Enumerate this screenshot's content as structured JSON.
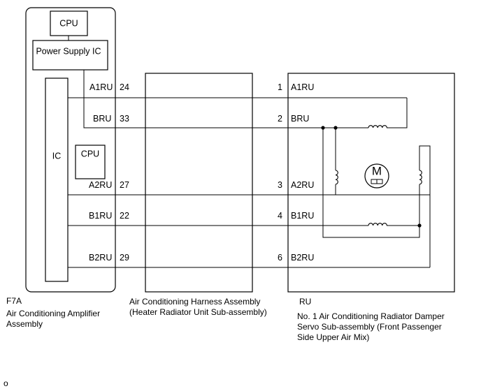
{
  "amplifier": {
    "connector": "F7A",
    "name_line1": "Air Conditioning Amplifier",
    "name_line2": "Assembly",
    "cpu_label": "CPU",
    "power_supply_label": "Power Supply IC",
    "ic_label": "IC",
    "inner_cpu_label": "CPU"
  },
  "harness": {
    "name_line1": "Air Conditioning Harness Assembly",
    "name_line2": "(Heater Radiator Unit Sub-assembly)"
  },
  "servo": {
    "connector": "RU",
    "name_line1": "No. 1 Air Conditioning Radiator Damper",
    "name_line2": "Servo Sub-assembly (Front Passenger",
    "name_line3": "Side Upper Air Mix)",
    "motor_symbol": "M"
  },
  "wires": [
    {
      "amp_signal": "A1RU",
      "amp_pin": "24",
      "servo_pin": "1",
      "servo_signal": "A1RU"
    },
    {
      "amp_signal": "BRU",
      "amp_pin": "33",
      "servo_pin": "2",
      "servo_signal": "BRU"
    },
    {
      "amp_signal": "A2RU",
      "amp_pin": "27",
      "servo_pin": "3",
      "servo_signal": "A2RU"
    },
    {
      "amp_signal": "B1RU",
      "amp_pin": "22",
      "servo_pin": "4",
      "servo_signal": "B1RU"
    },
    {
      "amp_signal": "B2RU",
      "amp_pin": "29",
      "servo_pin": "6",
      "servo_signal": "B2RU"
    }
  ],
  "footer_mark": "o"
}
